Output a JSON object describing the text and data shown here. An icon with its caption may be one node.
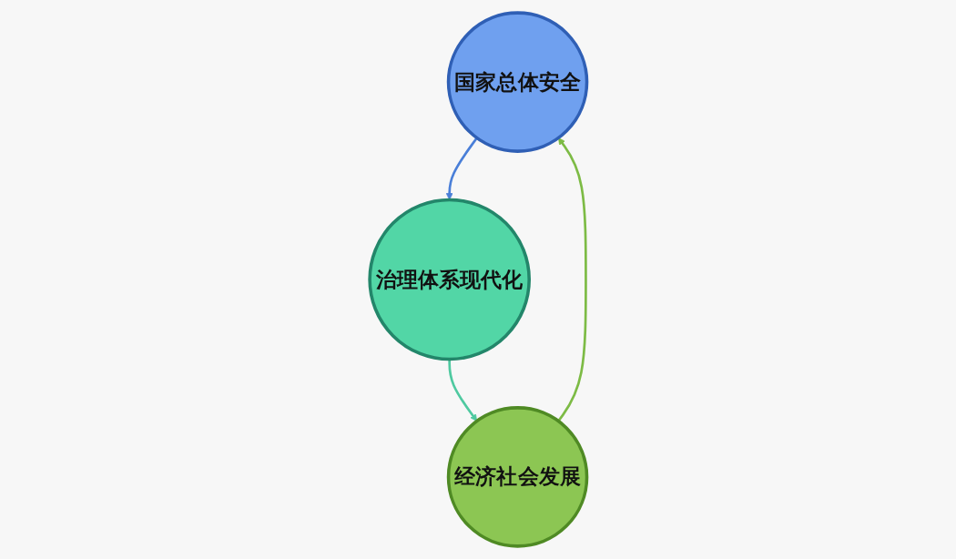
{
  "diagram": {
    "nodes": [
      {
        "text": [
          "国家总体安全"
        ]
      },
      {
        "text": [
          "治理体系现代化"
        ]
      },
      {
        "text": [
          "经济社会发展"
        ]
      }
    ],
    "edges": [
      {
        "from": 0,
        "to": 1,
        "arrow": "to",
        "color": "#4a7fd8"
      },
      {
        "from": 1,
        "to": 2,
        "arrow": "to",
        "color": "#4fc9a0"
      },
      {
        "from": 2,
        "to": 0,
        "arrow": "to",
        "color": "#7dbb45"
      }
    ]
  }
}
